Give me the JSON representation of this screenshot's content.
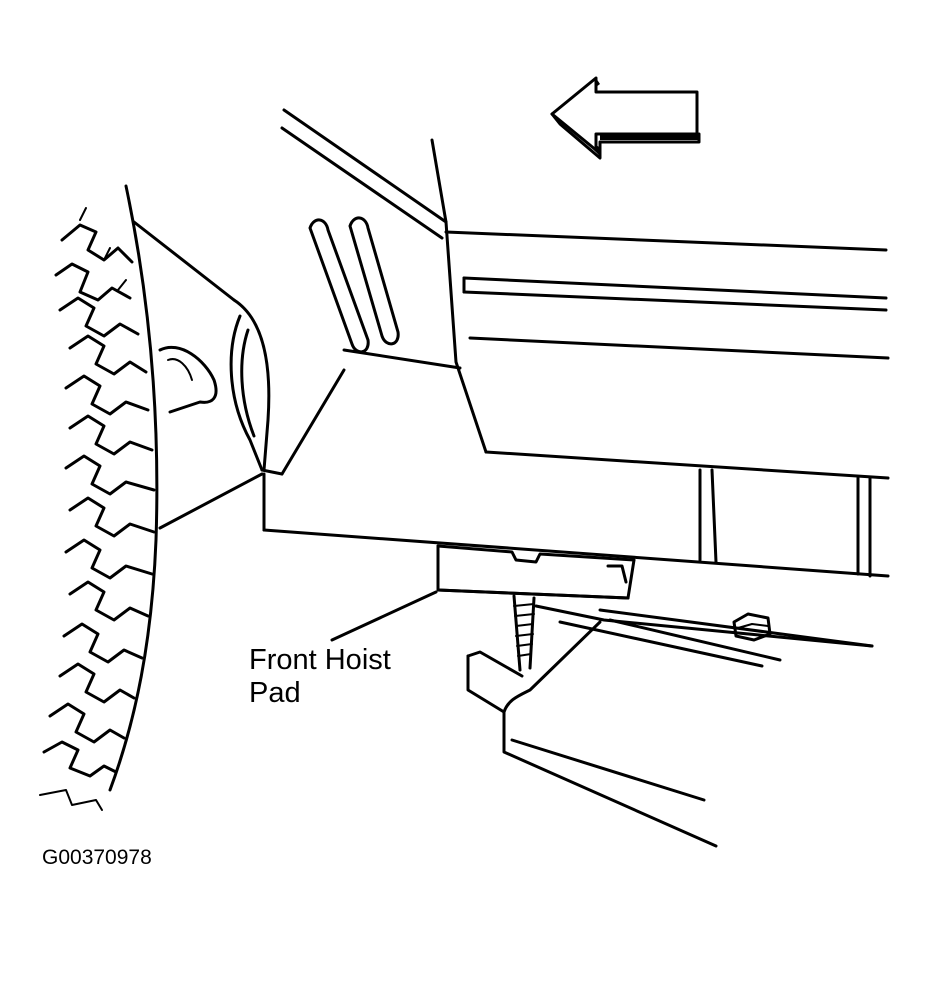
{
  "figure": {
    "callout": {
      "line1": "Front Hoist",
      "line2": "Pad"
    },
    "figure_code": "G00370978",
    "direction_arrow": "left-arrow-icon"
  }
}
